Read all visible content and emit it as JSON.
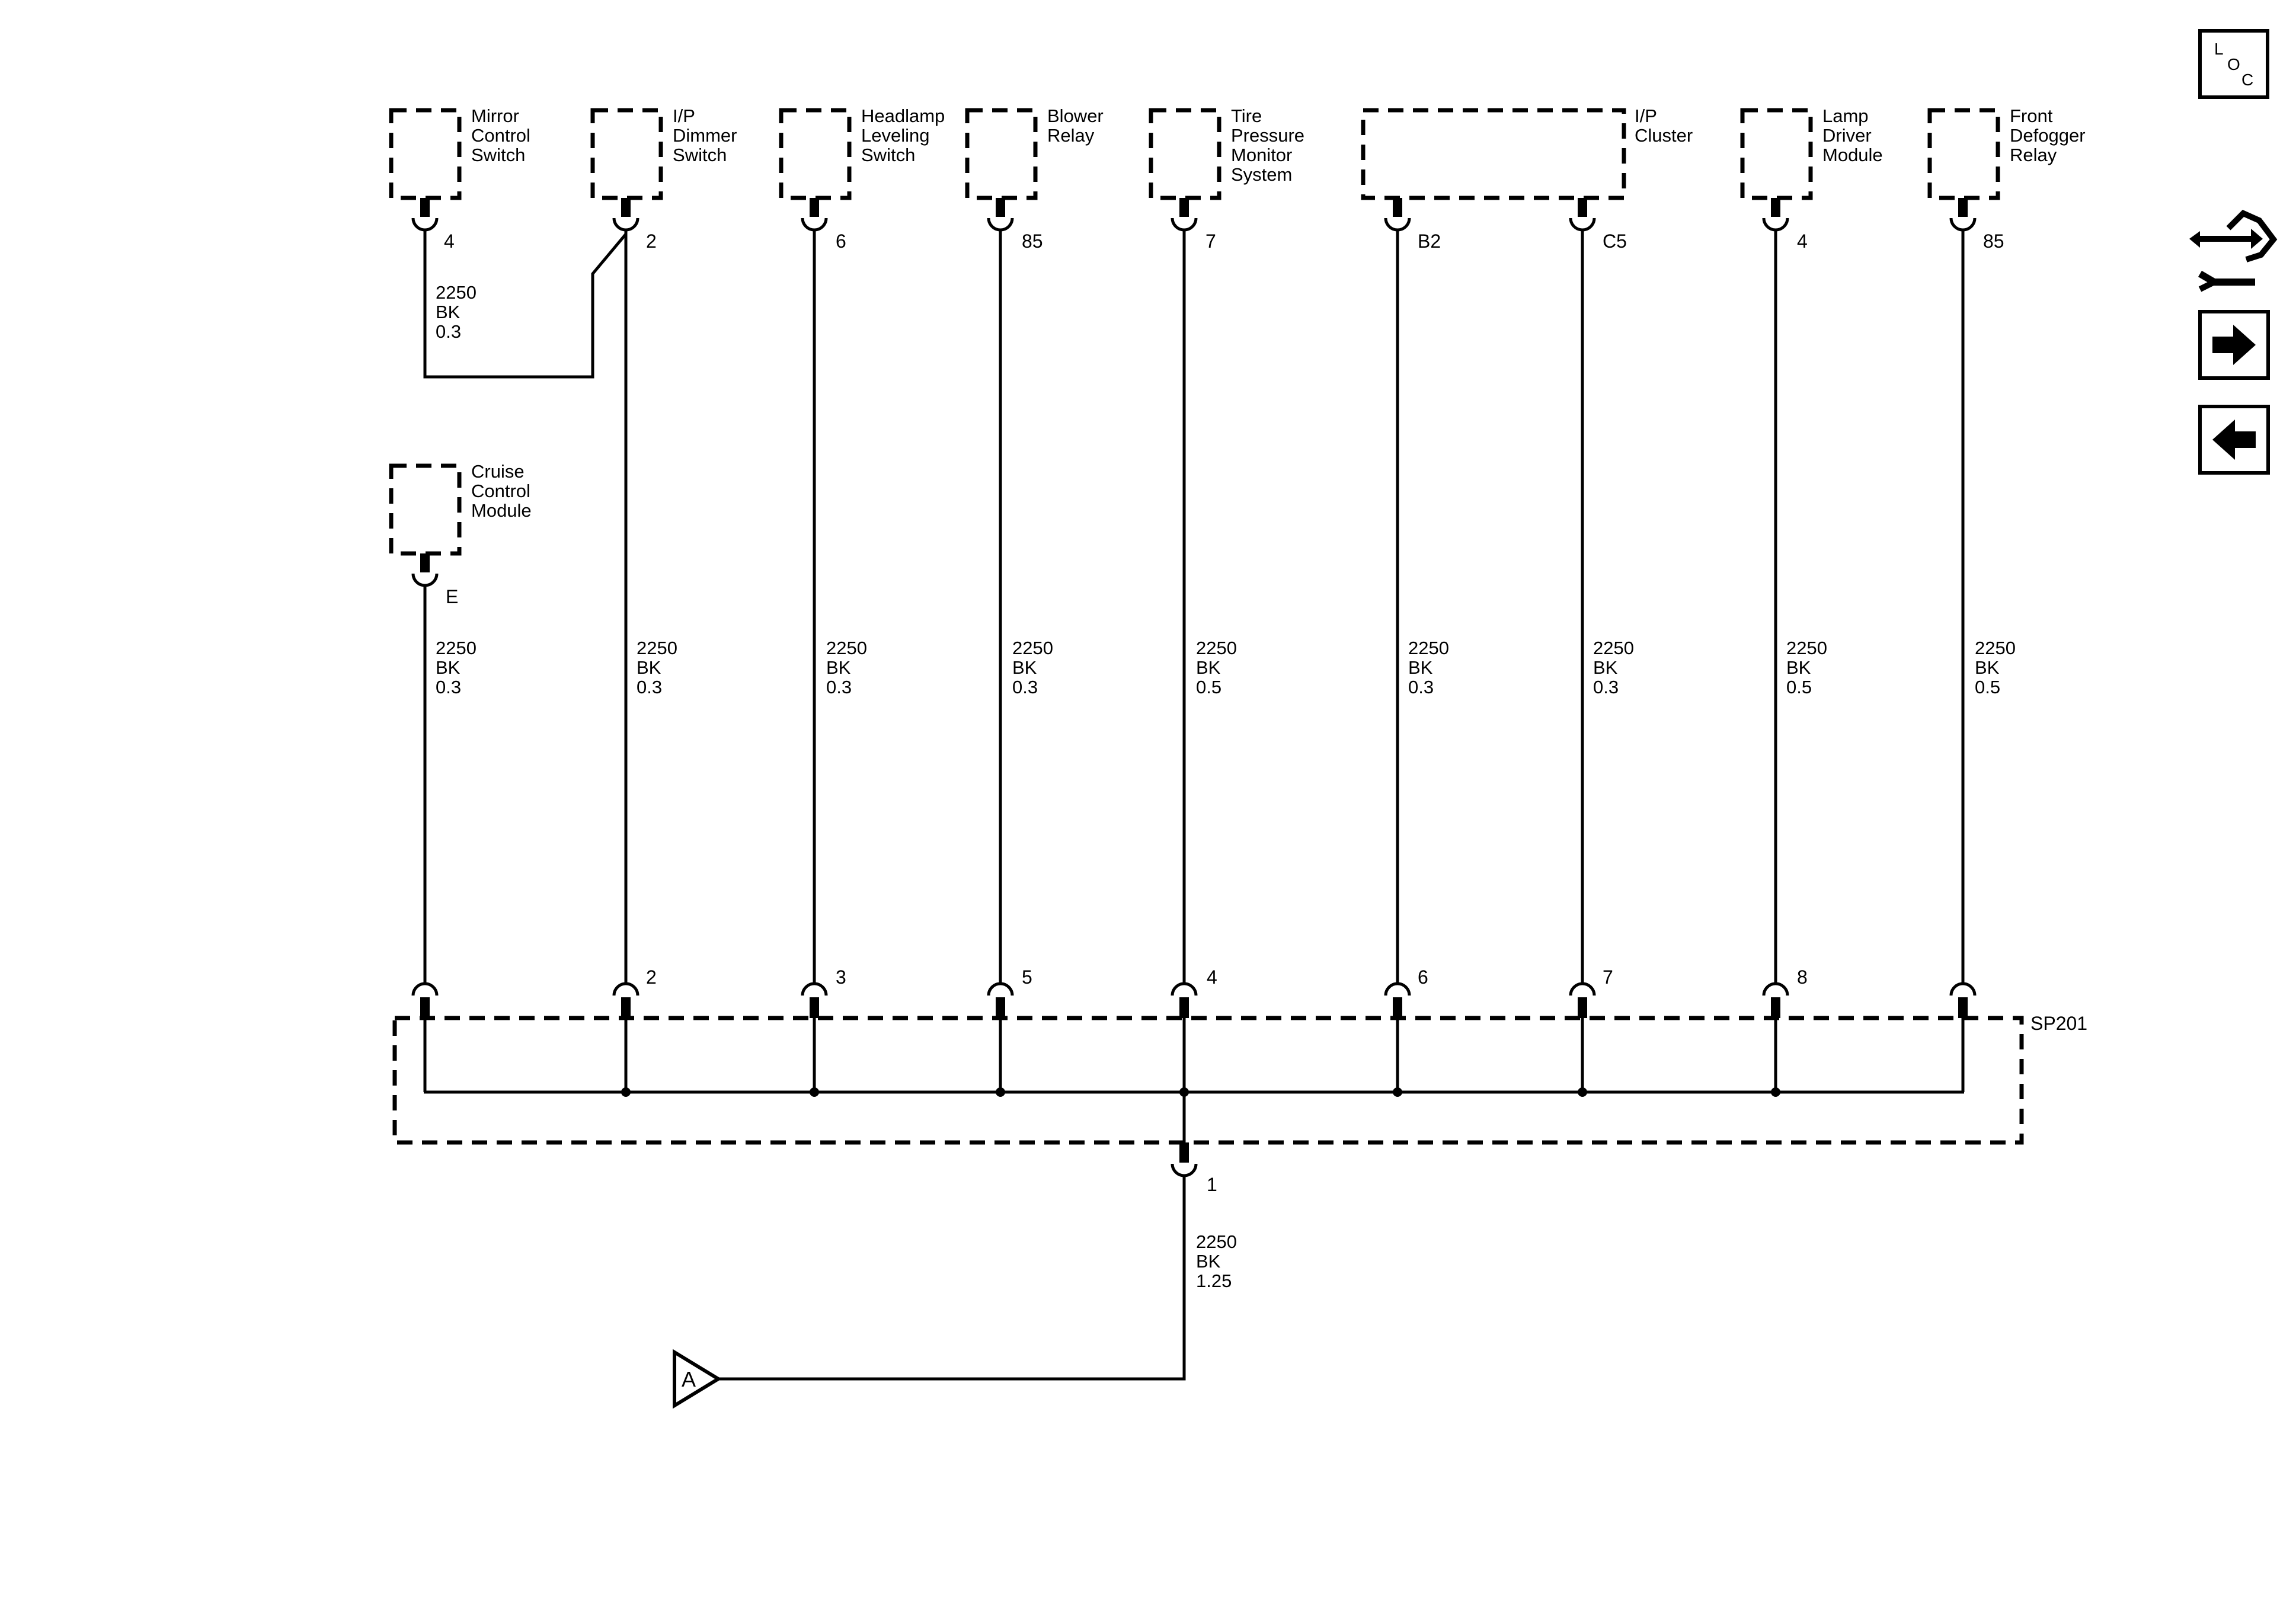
{
  "components": [
    {
      "id": "mirror",
      "lines": [
        "Mirror",
        "Control",
        "Switch"
      ],
      "pin": "4"
    },
    {
      "id": "dimmer",
      "lines": [
        "I/P",
        "Dimmer",
        "Switch"
      ],
      "pin": "2"
    },
    {
      "id": "headlamp",
      "lines": [
        "Headlamp",
        "Leveling",
        "Switch"
      ],
      "pin": "6"
    },
    {
      "id": "blower",
      "lines": [
        "Blower",
        "Relay"
      ],
      "pin": "85"
    },
    {
      "id": "tpms",
      "lines": [
        "Tire",
        "Pressure",
        "Monitor",
        "System"
      ],
      "pin": "7"
    },
    {
      "id": "cluster",
      "lines": [
        "I/P",
        "Cluster"
      ],
      "pins": [
        "B2",
        "C5"
      ]
    },
    {
      "id": "lamp",
      "lines": [
        "Lamp",
        "Driver",
        "Module"
      ],
      "pin": "4"
    },
    {
      "id": "defogger",
      "lines": [
        "Front",
        "Defogger",
        "Relay"
      ],
      "pin": "85"
    },
    {
      "id": "cruise",
      "lines": [
        "Cruise",
        "Control",
        "Module"
      ],
      "pin": "E"
    }
  ],
  "wires": [
    {
      "id": "mirror-jumper",
      "circuit": "2250",
      "color": "BK",
      "size": "0.3"
    },
    {
      "id": "cruise",
      "circuit": "2250",
      "color": "BK",
      "size": "0.3"
    },
    {
      "id": "dimmer",
      "circuit": "2250",
      "color": "BK",
      "size": "0.3"
    },
    {
      "id": "headlamp",
      "circuit": "2250",
      "color": "BK",
      "size": "0.3"
    },
    {
      "id": "blower",
      "circuit": "2250",
      "color": "BK",
      "size": "0.3"
    },
    {
      "id": "tpms",
      "circuit": "2250",
      "color": "BK",
      "size": "0.5"
    },
    {
      "id": "cluster-b2",
      "circuit": "2250",
      "color": "BK",
      "size": "0.3"
    },
    {
      "id": "cluster-c5",
      "circuit": "2250",
      "color": "BK",
      "size": "0.3"
    },
    {
      "id": "lamp",
      "circuit": "2250",
      "color": "BK",
      "size": "0.5"
    },
    {
      "id": "defogger",
      "circuit": "2250",
      "color": "BK",
      "size": "0.5"
    },
    {
      "id": "ground",
      "circuit": "2250",
      "color": "BK",
      "size": "1.25"
    }
  ],
  "splice": {
    "name": "SP201",
    "pins": [
      "2",
      "3",
      "5",
      "4",
      "6",
      "7",
      "8"
    ],
    "out_pin": "1"
  },
  "terminal": {
    "label": "A"
  },
  "side_icons": {
    "loc": {
      "l": "L",
      "o": "O",
      "c": "C"
    },
    "icons": [
      "connector-harness-icon",
      "arrow-right-icon",
      "arrow-left-icon"
    ]
  }
}
